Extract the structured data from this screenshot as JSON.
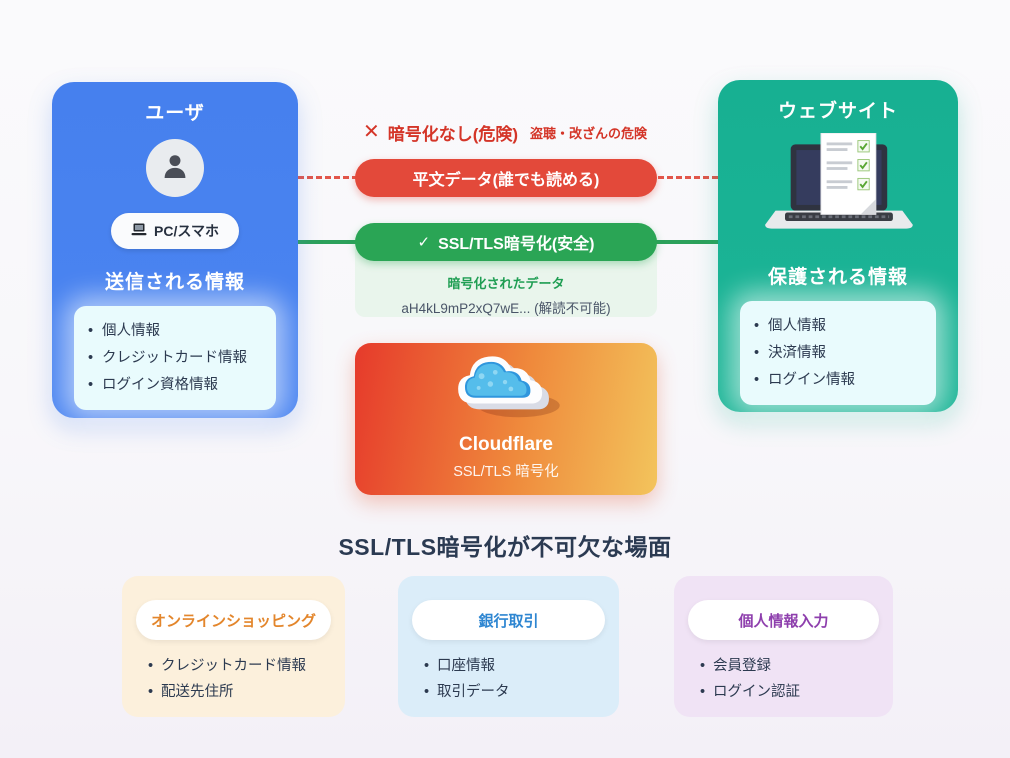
{
  "user_card": {
    "title": "ユーザ",
    "device_badge": "PC/スマホ",
    "section_title": "送信される情報",
    "items": [
      "個人情報",
      "クレジットカード情報",
      "ログイン資格情報"
    ]
  },
  "website_card": {
    "title": "ウェブサイト",
    "section_title": "保護される情報",
    "items": [
      "個人情報",
      "決済情報",
      "ログイン情報"
    ]
  },
  "insecure": {
    "x_icon": "✕",
    "label": "暗号化なし(危険)",
    "sublabel": "盗聴・改ざんの危険",
    "pill": "平文データ(誰でも読める)"
  },
  "secure": {
    "check_icon": "✓",
    "pill": "SSL/TLS暗号化(安全)",
    "data_label": "暗号化されたデータ",
    "data_value": "aH4kL9mP2xQ7wE... (解読不可能)"
  },
  "cloudflare": {
    "name": "Cloudflare",
    "subtitle": "SSL/TLS 暗号化"
  },
  "scenes": {
    "title": "SSL/TLS暗号化が不可欠な場面",
    "cards": [
      {
        "label": "オンラインショッピング",
        "items": [
          "クレジットカード情報",
          "配送先住所"
        ]
      },
      {
        "label": "銀行取引",
        "items": [
          "口座情報",
          "取引データ"
        ]
      },
      {
        "label": "個人情報入力",
        "items": [
          "会員登録",
          "ログイン認証"
        ]
      }
    ]
  },
  "colors": {
    "user_card": "#4680ee",
    "website_card": "#17b092",
    "danger": "#d43528",
    "danger_pill": "#e3493a",
    "safe_pill": "#2aa555",
    "cloudflare_gradient_start": "#e63a2b",
    "cloudflare_gradient_end": "#f3c45c",
    "scene_shopping_bg": "#fcf0dc",
    "scene_bank_bg": "#dbedf9",
    "scene_personal_bg": "#f0e3f5"
  }
}
